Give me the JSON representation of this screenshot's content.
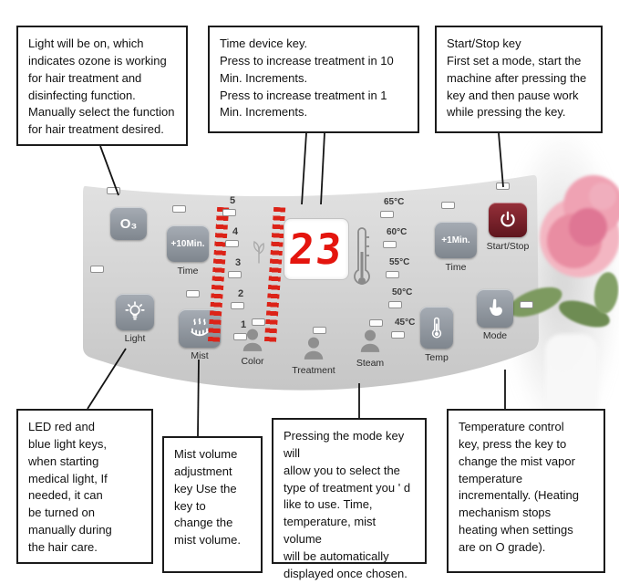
{
  "callouts": {
    "light": "Light will be on, which\nindicates ozone is working\nfor hair treatment and\ndisinfecting function.\nManually select the function\nfor hair treatment desired.",
    "time": "Time device key.\nPress to increase treatment in 10\nMin. Increments.\nPress to increase treatment in 1\nMin. Increments.",
    "start_stop": "Start/Stop key\nFirst set a mode, start the\nmachine after pressing the\nkey and then pause work\nwhile pressing the key.",
    "led": "LED red and\nblue light keys,\nwhen starting\nmedical light, If\nneeded, it can\nbe turned on\nmanually during\nthe hair care.",
    "mist": "Mist volume\nadjustment\nkey Use the\nkey to\nchange the\nmist volume.",
    "mode": "Pressing the mode key will\nallow you to select the\ntype of treatment you ' d\nlike to use. Time,\ntemperature, mist volume\nwill be automatically\ndisplayed once chosen.",
    "temperature": "Temperature control\nkey, press the key to\nchange the mist vapor\ntemperature\nincrementally. (Heating\nmechanism stops\nheating when settings\nare on O grade)."
  },
  "panel": {
    "o3": "O₃",
    "plus10_label": "+10Min.",
    "plus1_label": "+1Min.",
    "time_caption": "Time",
    "light_caption": "Light",
    "mist_caption": "Mist",
    "start_stop_caption": "Start/Stop",
    "mode_caption": "Mode",
    "temp_caption": "Temp",
    "display_value": "23",
    "levels": [
      "5",
      "4",
      "3",
      "2",
      "1"
    ],
    "temps": [
      "65°C",
      "60°C",
      "55°C",
      "50°C",
      "45°C"
    ],
    "treatment_labels": [
      "Color",
      "Treatment",
      "Steam"
    ]
  },
  "icons": [
    "lightbulb-icon",
    "mist-hand-icon",
    "power-icon",
    "press-hand-icon",
    "thermometer-icon",
    "head-silhouette-icon",
    "plant-icon"
  ],
  "colors": {
    "display_digits": "#e4150e",
    "bar_red": "#dc2318",
    "key_gray": "#8e959d",
    "start_stop_red": "#7e2029",
    "panel_gray": "#d4d4d4"
  }
}
